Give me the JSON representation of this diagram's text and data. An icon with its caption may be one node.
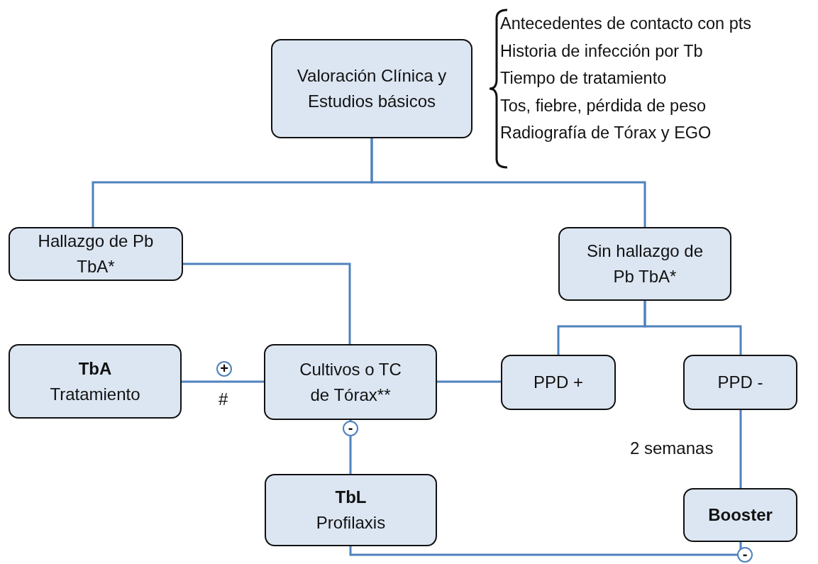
{
  "diagram": {
    "nodes": [
      {
        "text": [
          "Valoración Clínica y Estudios básicos"
        ],
        "beside": [
          "Antecedentes de contacto con pts",
          "Historia de infección por Tb",
          "Tiempo de tratamiento",
          "Tos, fiebre, pérdida de peso",
          "Radiografía de Tórax y EGO"
        ]
      },
      {
        "text": [
          "Hallazgo de Pb TbA*"
        ]
      },
      {
        "text": [
          "Sin hallazgo de Pb TbA*"
        ]
      },
      {
        "text": [
          "TbA",
          "Tratamiento"
        ]
      },
      {
        "text": [
          "Cultivos o TC de Tórax**"
        ]
      },
      {
        "text": [
          "PPD +"
        ]
      },
      {
        "text": [
          "PPD -"
        ]
      },
      {
        "text": [
          "TbL",
          "Profilaxis"
        ]
      },
      {
        "text": [
          "Booster"
        ]
      }
    ],
    "edges": [
      {
        "from": 0,
        "to": 1,
        "arrow": "none"
      },
      {
        "from": 0,
        "to": 2,
        "arrow": "none"
      },
      {
        "from": 1,
        "to": 4,
        "arrow": "none"
      },
      {
        "from": 2,
        "to": 5,
        "arrow": "none"
      },
      {
        "from": 2,
        "to": 6,
        "arrow": "none"
      },
      {
        "from": 4,
        "to": 5,
        "arrow": "none"
      },
      {
        "from": 4,
        "to": 3,
        "arrow": "none",
        "label": "+"
      },
      {
        "from": 4,
        "to": 7,
        "arrow": "none",
        "label": "-"
      },
      {
        "from": 6,
        "to": 8,
        "arrow": "none",
        "label": "2 semanas"
      },
      {
        "from": 8,
        "to": 7,
        "arrow": "none",
        "label": "-"
      }
    ],
    "labels": [
      "#"
    ]
  }
}
